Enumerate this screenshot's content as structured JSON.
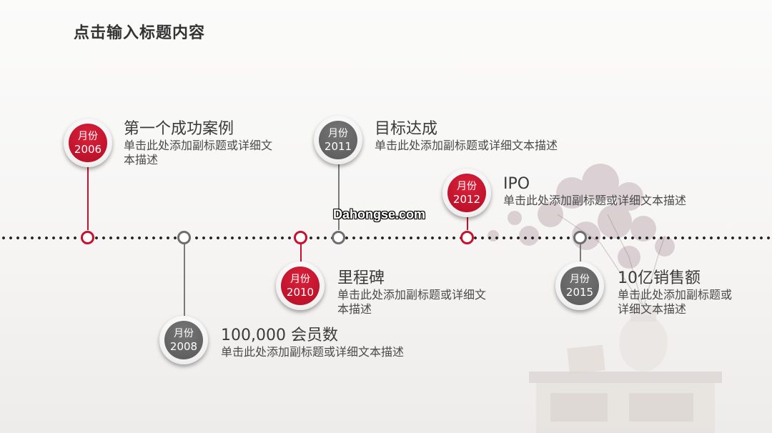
{
  "title": "点击输入标题内容",
  "watermark": "Dahongse.com",
  "colors": {
    "accent_red": "#c8102e",
    "gray": "#666666",
    "text": "#3a3a3a"
  },
  "milestones": [
    {
      "month": "月份",
      "year": "2006",
      "title": "第一个成功案例",
      "desc_line1": "单击此处添加副标题或详细文",
      "desc_line2": "本描述",
      "color": "red"
    },
    {
      "month": "月份",
      "year": "2008",
      "title": "100,000 会员数",
      "desc_line1": "单击此处添加副标题或详细文本描述",
      "desc_line2": "",
      "color": "gray"
    },
    {
      "month": "月份",
      "year": "2010",
      "title": "里程碑",
      "desc_line1": "单击此处添加副标题或详细文",
      "desc_line2": "本描述",
      "color": "red"
    },
    {
      "month": "月份",
      "year": "2011",
      "title": "目标达成",
      "desc_line1": "单击此处添加副标题或详细文本描述",
      "desc_line2": "",
      "color": "gray"
    },
    {
      "month": "月份",
      "year": "2012",
      "title": "IPO",
      "desc_line1": "单击此处添加副标题或详细文本描述",
      "desc_line2": "",
      "color": "red"
    },
    {
      "month": "月份",
      "year": "2015",
      "title": "10亿销售额",
      "desc_line1": "单击此处添加副标题或",
      "desc_line2": "详细文本描述",
      "color": "gray"
    }
  ]
}
